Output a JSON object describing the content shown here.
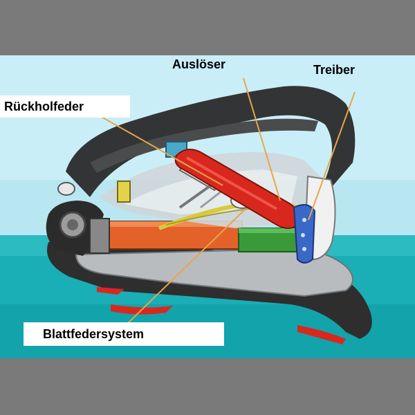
{
  "labels": {
    "ausloeser": "Auslöser",
    "treiber": "Treiber",
    "rueckholfeder": "Rückholfeder",
    "blattfedersystem": "Blattfedersystem"
  },
  "colors": {
    "frame": "#7a7a7a",
    "sky": "#c9eef7",
    "water": "#1aaeb6",
    "body_dark": "#3a3a3a",
    "trigger_red": "#d8281e",
    "rail_orange": "#e2622a",
    "rail_green": "#3a9a3a",
    "driver_blue": "#3a68c8",
    "leader_lines": "#e6a64a"
  }
}
